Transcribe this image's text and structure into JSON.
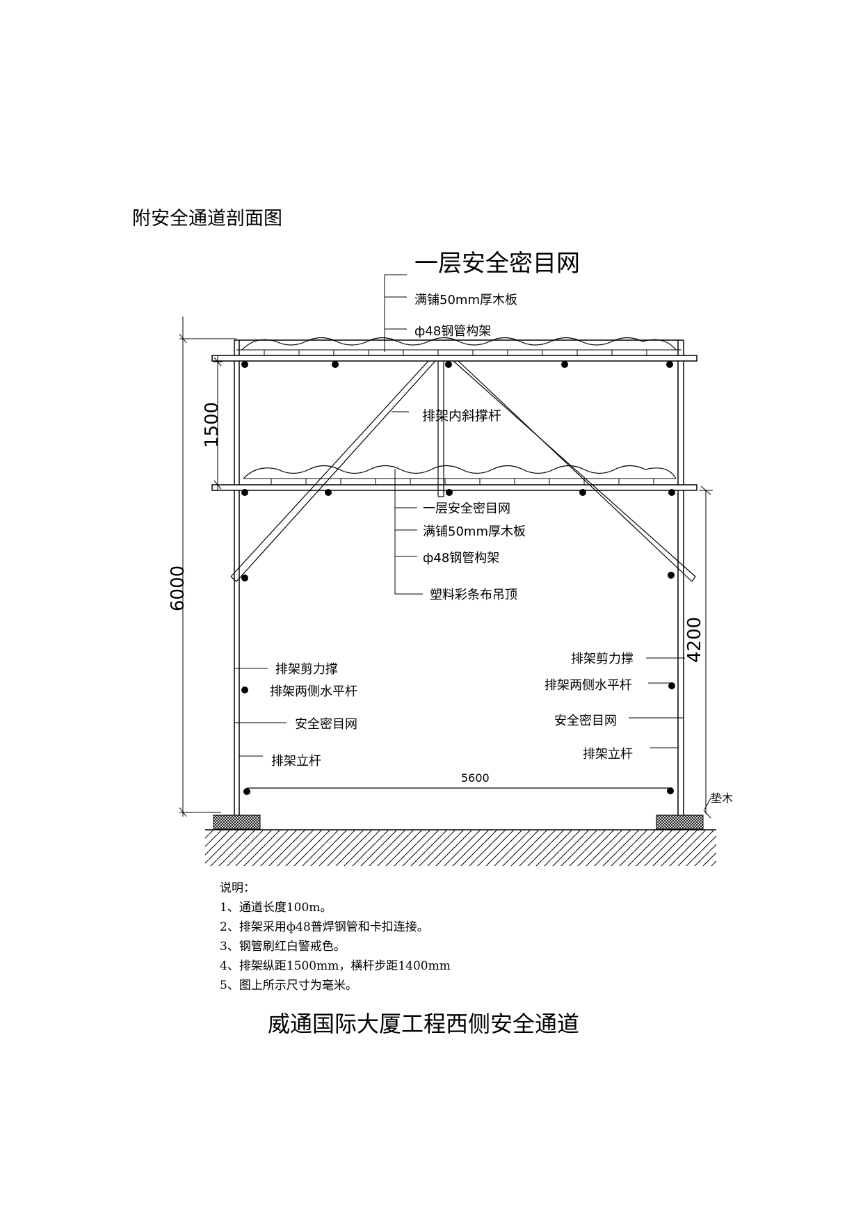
{
  "heading": "附安全通道剖面图",
  "labels": {
    "top_net": "一层安全密目网",
    "top_board": "满铺50mm厚木板",
    "top_frame": "ф48钢管构架",
    "inner_brace": "排架内斜撑杆",
    "mid_net": "一层安全密目网",
    "mid_board": "满铺50mm厚木板",
    "mid_frame": "ф48钢管构架",
    "ceiling": "塑料彩条布吊顶",
    "left_shear": "排架剪力撑",
    "left_horizontal": "排架两侧水平杆",
    "left_net": "安全密目网",
    "left_post": "排架立杆",
    "right_shear": "排架剪力撑",
    "right_horizontal": "排架两侧水平杆",
    "right_net": "安全密目网",
    "right_post": "排架立杆",
    "pad": "垫木"
  },
  "dimensions": {
    "total_height": "6000",
    "tier_height": "1500",
    "clear_height": "4200",
    "width": "5600"
  },
  "notes": {
    "title": "说明：",
    "items": [
      "1、通道长度100m。",
      "2、排架采用ф48普焊钢管和卡扣连接。",
      "3、钢管刷红白警戒色。",
      "4、排架纵距1500mm，横杆步距1400mm",
      "5、图上所示尺寸为毫米。"
    ]
  },
  "title": "威通国际大厦工程西侧安全通道"
}
